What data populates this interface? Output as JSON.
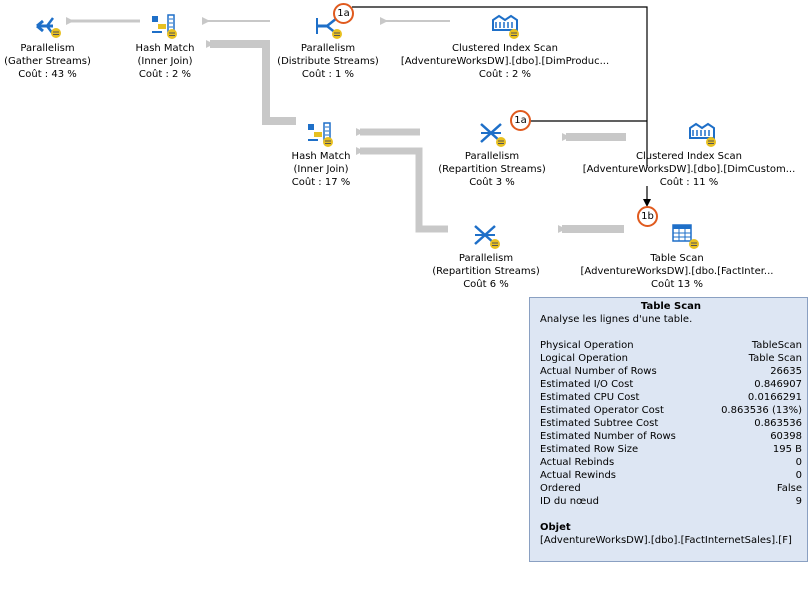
{
  "nodes": [
    {
      "id": "par_gather",
      "line1": "Parallelism",
      "line2": "(Gather Streams)",
      "line3": "Coût : 43 %",
      "icon": "parallelism-gather-icon"
    },
    {
      "id": "hash1",
      "line1": "Hash Match",
      "line2": "(Inner Join)",
      "line3": "Coût : 2 %",
      "icon": "hash-match-icon"
    },
    {
      "id": "par_dist",
      "line1": "Parallelism",
      "line2": "(Distribute Streams)",
      "line3": "Coût : 1 %",
      "icon": "parallelism-distribute-icon"
    },
    {
      "id": "cis_prod",
      "line1": "Clustered Index Scan",
      "line2": "[AdventureWorksDW].[dbo].[DimProduc...",
      "line3": "Coût : 2 %",
      "icon": "clustered-index-scan-icon"
    },
    {
      "id": "hash2",
      "line1": "Hash Match",
      "line2": "(Inner Join)",
      "line3": "Coût : 17 %",
      "icon": "hash-match-icon"
    },
    {
      "id": "par_rep1",
      "line1": "Parallelism",
      "line2": "(Repartition Streams)",
      "line3": "Coût 3 %",
      "icon": "parallelism-repartition-icon"
    },
    {
      "id": "cis_cust",
      "line1": "Clustered Index Scan",
      "line2": "[AdventureWorksDW].[dbo].[DimCustom...",
      "line3": "Coût : 11 %",
      "icon": "clustered-index-scan-icon"
    },
    {
      "id": "par_rep2",
      "line1": "Parallelism",
      "line2": "(Repartition Streams)",
      "line3": "Coût 6 %",
      "icon": "parallelism-repartition-icon"
    },
    {
      "id": "tscan",
      "line1": "Table Scan",
      "line2": "[AdventureWorksDW].[dbo.[FactInter...",
      "line3": "Coût 13 %",
      "icon": "table-scan-icon"
    }
  ],
  "badges": {
    "b1": "1a",
    "b2": "1a",
    "b3": "1b"
  },
  "colors": {
    "badge_border": "#e05a1e",
    "tooltip_bg": "#dde6f3",
    "tooltip_border": "#8aa0c2",
    "arrow_gray": "#c8c8c8",
    "icon_blue": "#1e6fc8",
    "icon_yellow": "#e8c020"
  },
  "tooltip": {
    "title": "Table Scan",
    "description": "Analyse les lignes d'une table.",
    "rows": [
      {
        "label": "Physical Operation",
        "value": "TableScan"
      },
      {
        "label": "Logical Operation",
        "value": "Table Scan"
      },
      {
        "label": "Actual Number of Rows",
        "value": "26635"
      },
      {
        "label": "Estimated I/O Cost",
        "value": "0.846907"
      },
      {
        "label": "Estimated CPU Cost",
        "value": "0.0166291"
      },
      {
        "label": "Estimated Operator Cost",
        "value": "0.863536 (13%)"
      },
      {
        "label": "Estimated Subtree Cost",
        "value": "0.863536"
      },
      {
        "label": "Estimated Number of Rows",
        "value": "60398"
      },
      {
        "label": "Estimated Row Size",
        "value": "195 B"
      },
      {
        "label": "Actual Rebinds",
        "value": "0"
      },
      {
        "label": "Actual Rewinds",
        "value": "0"
      },
      {
        "label": "Ordered",
        "value": "False"
      },
      {
        "label": "ID du nœud",
        "value": "9"
      }
    ],
    "object_heading": "Objet",
    "object_value": "[AdventureWorksDW].[dbo].[FactInternetSales].[F]"
  }
}
